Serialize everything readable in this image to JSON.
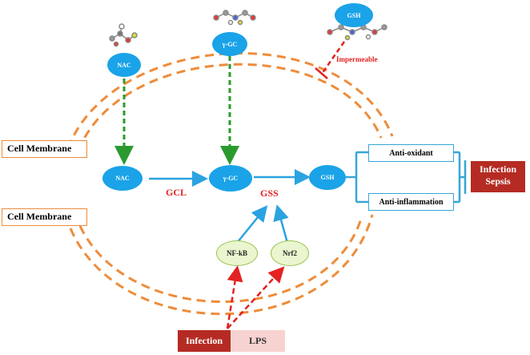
{
  "molecules": {
    "nac_outer": "NAC",
    "gc_outer": "γ-GC",
    "gsh_outer": "GSH",
    "nac_inner": "NAC",
    "gc_inner": "γ-GC",
    "gsh_inner": "GSH",
    "nfkb": "NF-kB",
    "nrf2": "Nrf2"
  },
  "labels": {
    "impermeable": "Impermeable",
    "gcl": "GCL",
    "gss": "GSS",
    "membrane_top": "Cell Membrane",
    "membrane_bottom": "Cell Membrane",
    "anti_oxidant": "Anti-oxidant",
    "anti_inflammation": "Anti-inflammation",
    "infection_sepsis": "Infection Sepsis",
    "infection": "Infection",
    "lps": "LPS"
  },
  "colors": {
    "membrane": "#ee8c3a",
    "blue": "#1aa3e8",
    "green_arrow": "#2a9a2f",
    "red": "#e32222",
    "dark_red": "#b52b23"
  }
}
